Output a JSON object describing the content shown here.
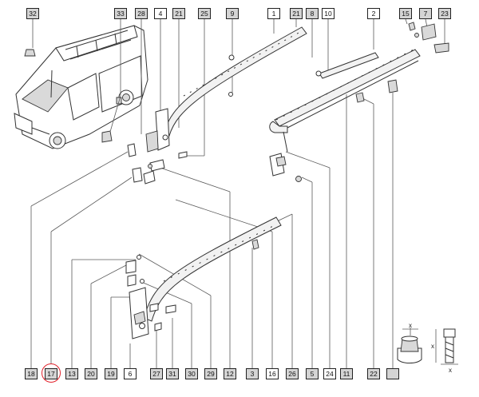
{
  "diagram": {
    "highlighted_callout": "17",
    "highlight_color": "#e0202a",
    "callouts_top": [
      "32",
      "33",
      "28",
      "4",
      "21",
      "25",
      "9",
      "1",
      "21",
      "8",
      "10",
      "2",
      "15",
      "7",
      "23"
    ],
    "callouts_bottom": [
      "18",
      "17",
      "13",
      "20",
      "19",
      "6",
      "27",
      "31",
      "30",
      "29",
      "12",
      "3",
      "16",
      "26",
      "5",
      "24",
      "11",
      "22"
    ],
    "dimension_marks": [
      "x",
      "x",
      "x"
    ]
  }
}
